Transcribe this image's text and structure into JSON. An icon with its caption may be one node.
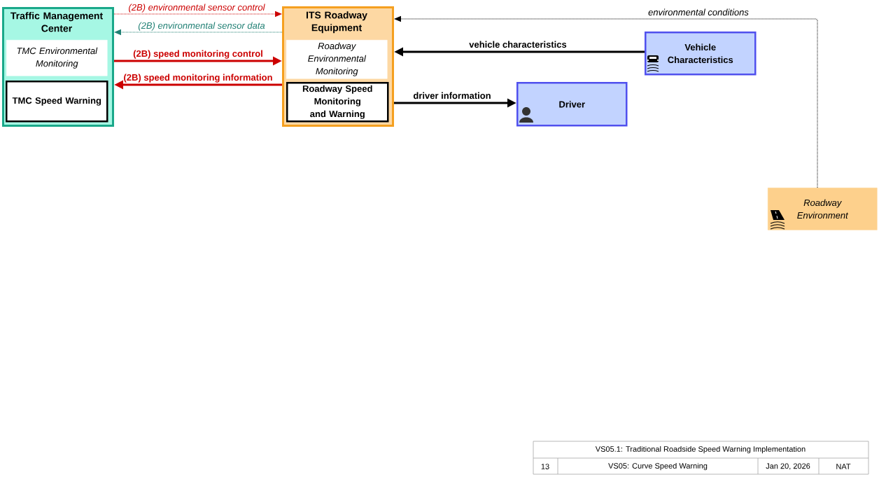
{
  "diagram": {
    "nodes": [
      {
        "text": [
          "Traffic Management Center"
        ]
      },
      {
        "text": [
          "TMC Environmental Monitoring"
        ],
        "in": 0
      },
      {
        "text": [
          "TMC Speed Warning"
        ],
        "in": 0
      },
      {
        "text": [
          "ITS Roadway Equipment"
        ]
      },
      {
        "text": [
          "Roadway Environmental Monitoring"
        ],
        "in": 3
      },
      {
        "text": [
          "Roadway Speed Monitoring and Warning"
        ],
        "in": 3
      },
      {
        "text": [
          "Vehicle Characteristics"
        ]
      },
      {
        "text": [
          "Driver"
        ]
      },
      {
        "text": [
          "Roadway Environment"
        ]
      }
    ],
    "edges": [
      {
        "from": 0,
        "to": 3,
        "arrow": "to",
        "label": "(2B) environmental sensor control",
        "style": "dashed",
        "color": "#cc0000"
      },
      {
        "from": 3,
        "to": 0,
        "arrow": "to",
        "label": "(2B) environmental sensor data",
        "style": "dashed",
        "color": "#1f7f73"
      },
      {
        "from": 0,
        "to": 3,
        "arrow": "to",
        "label": "(2B) speed monitoring control",
        "color": "#cc0000"
      },
      {
        "from": 3,
        "to": 0,
        "arrow": "to",
        "label": "(2B) speed monitoring information",
        "color": "#cc0000"
      },
      {
        "from": 6,
        "to": 3,
        "arrow": "to",
        "label": "vehicle characteristics",
        "color": "#000000"
      },
      {
        "from": 3,
        "to": 7,
        "arrow": "to",
        "label": "driver information",
        "color": "#000000"
      },
      {
        "from": 8,
        "to": 3,
        "arrow": "to",
        "label": "environmental conditions",
        "style": "dashed",
        "color": "#000000"
      }
    ],
    "labels": [
      "VS05.1: Traditional Roadside Speed Warning Implementation",
      "13",
      "VS05: Curve Speed Warning",
      "Jan 20, 2026",
      "NAT"
    ]
  }
}
